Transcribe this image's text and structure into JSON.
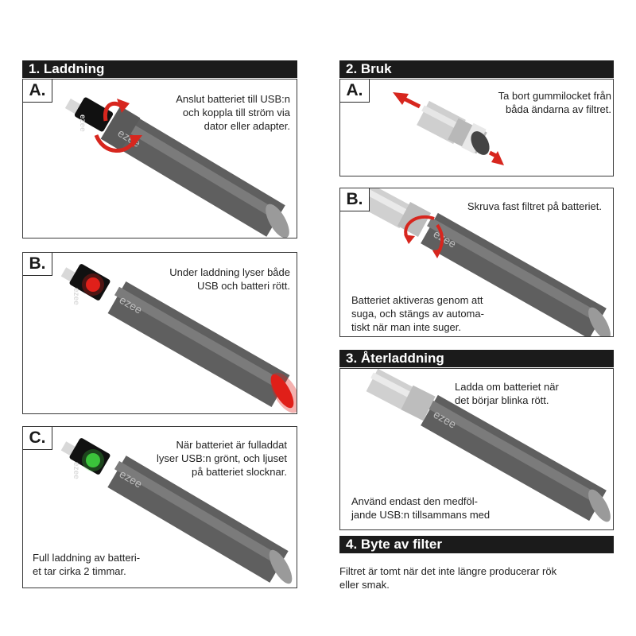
{
  "sections": {
    "s1": {
      "title": "1. Laddning"
    },
    "s2": {
      "title": "2. Bruk"
    },
    "s3": {
      "title": "3. Återladdning"
    },
    "s4": {
      "title": "4. Byte av filter"
    }
  },
  "panels": {
    "p1a": {
      "letter": "A.",
      "text": [
        "Anslut batteriet till USB:n",
        "och koppla till ström via",
        "dator eller adapter."
      ]
    },
    "p1b": {
      "letter": "B.",
      "text": [
        "Under laddning lyser både",
        "USB och batteri rött."
      ]
    },
    "p1c": {
      "letter": "C.",
      "text": [
        "När batteriet är fulladdat",
        "lyser USB:n grönt, och ljuset",
        "på batteriet slocknar."
      ],
      "note": [
        "Full laddning av batteri-",
        "et tar cirka 2 timmar."
      ]
    },
    "p2a": {
      "letter": "A.",
      "text": [
        "Ta bort gummilocket från",
        "båda ändarna av filtret."
      ]
    },
    "p2b": {
      "letter": "B.",
      "text": [
        "Skruva fast filtret på batteriet."
      ],
      "note": [
        "Batteriet aktiveras genom att",
        "suga, och stängs av automa-",
        "tiskt när man inte suger."
      ]
    },
    "p3": {
      "text": [
        "Ladda om batteriet när",
        "det börjar blinka rött."
      ],
      "note": [
        "Använd endast den medföl-",
        "jande USB:n tillsammans med"
      ]
    }
  },
  "filter_text": [
    "Filtret är tomt när det inte längre producerar rök",
    "eller smak."
  ],
  "brand": {
    "logo": "ezee",
    "band": "ezee"
  },
  "colors": {
    "header_bg": "#1b1b1b",
    "arrow_red": "#d7261e",
    "led_red": "#e0201a",
    "led_green": "#3cc43c",
    "battery_gray": "#6e6e6e"
  }
}
